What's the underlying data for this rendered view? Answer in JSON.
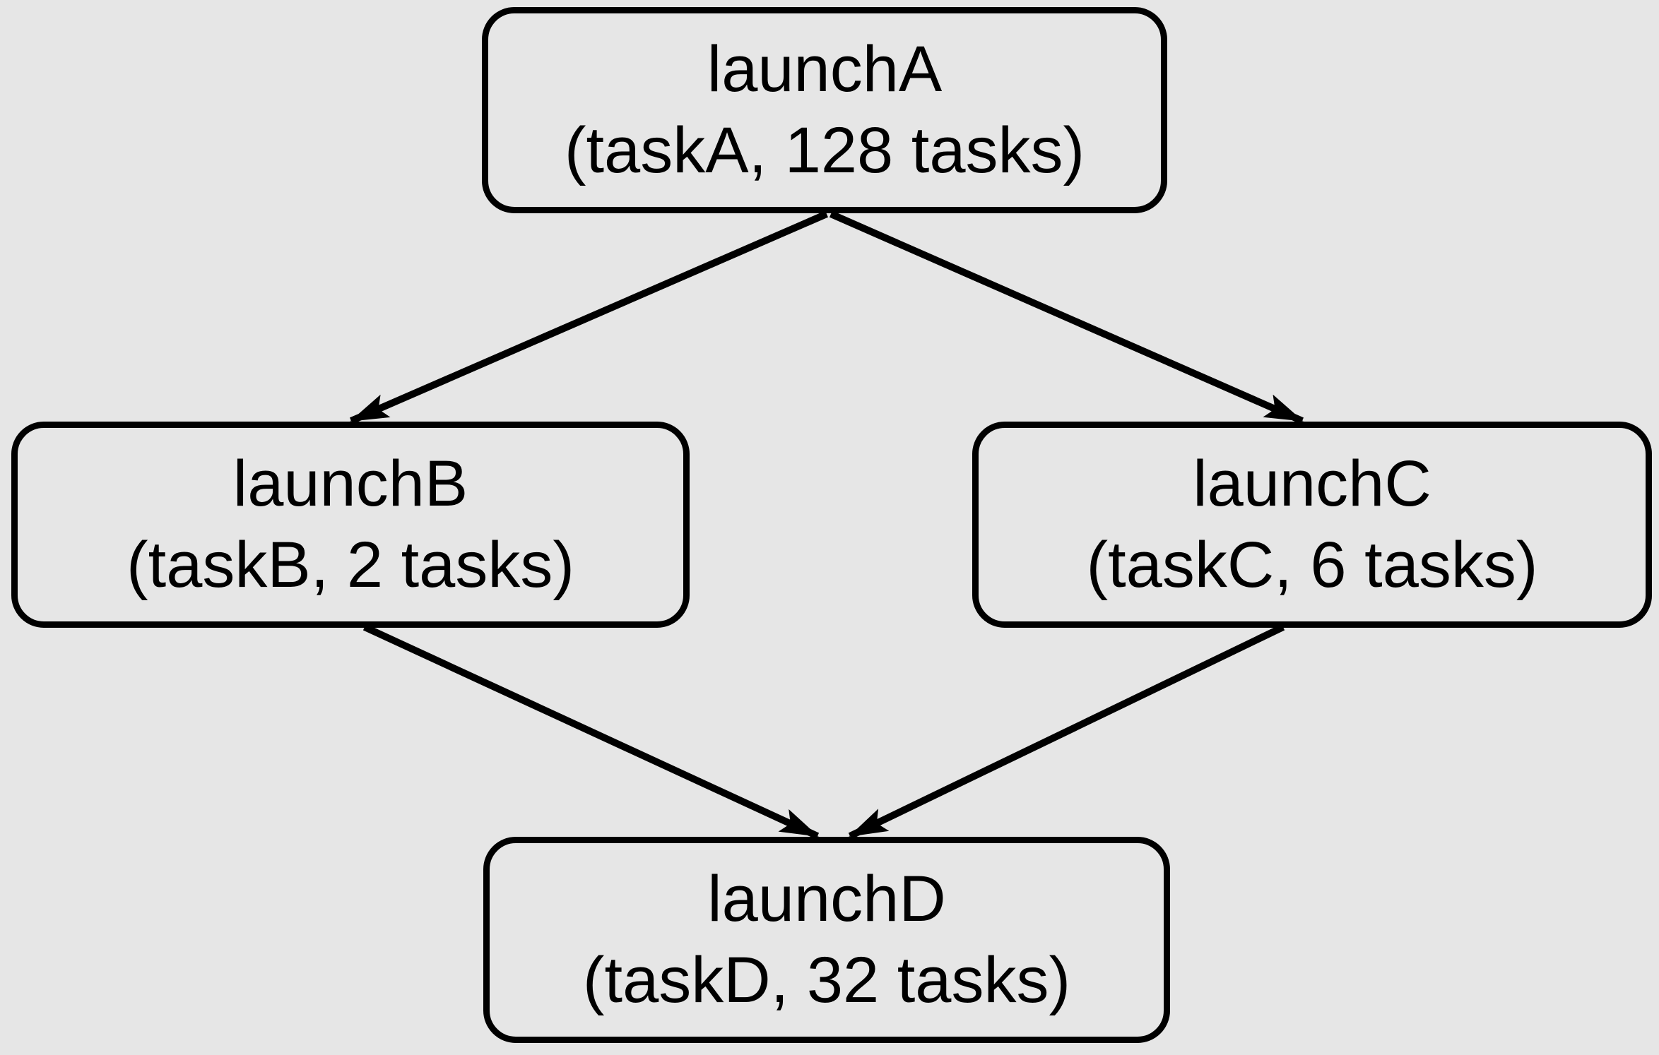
{
  "diagram": {
    "type": "dag",
    "background_color": "#e6e6e6",
    "node_fill": "#e6e6e6",
    "stroke_color": "#000000",
    "nodes": {
      "launchA": {
        "name": "launchA",
        "detail": "(taskA, 128 tasks)"
      },
      "launchB": {
        "name": "launchB",
        "detail": "(taskB, 2 tasks)"
      },
      "launchC": {
        "name": "launchC",
        "detail": "(taskC, 6 tasks)"
      },
      "launchD": {
        "name": "launchD",
        "detail": "(taskD, 32 tasks)"
      }
    },
    "edges": [
      {
        "from": "launchA",
        "to": "launchB"
      },
      {
        "from": "launchA",
        "to": "launchC"
      },
      {
        "from": "launchB",
        "to": "launchD"
      },
      {
        "from": "launchC",
        "to": "launchD"
      }
    ]
  }
}
